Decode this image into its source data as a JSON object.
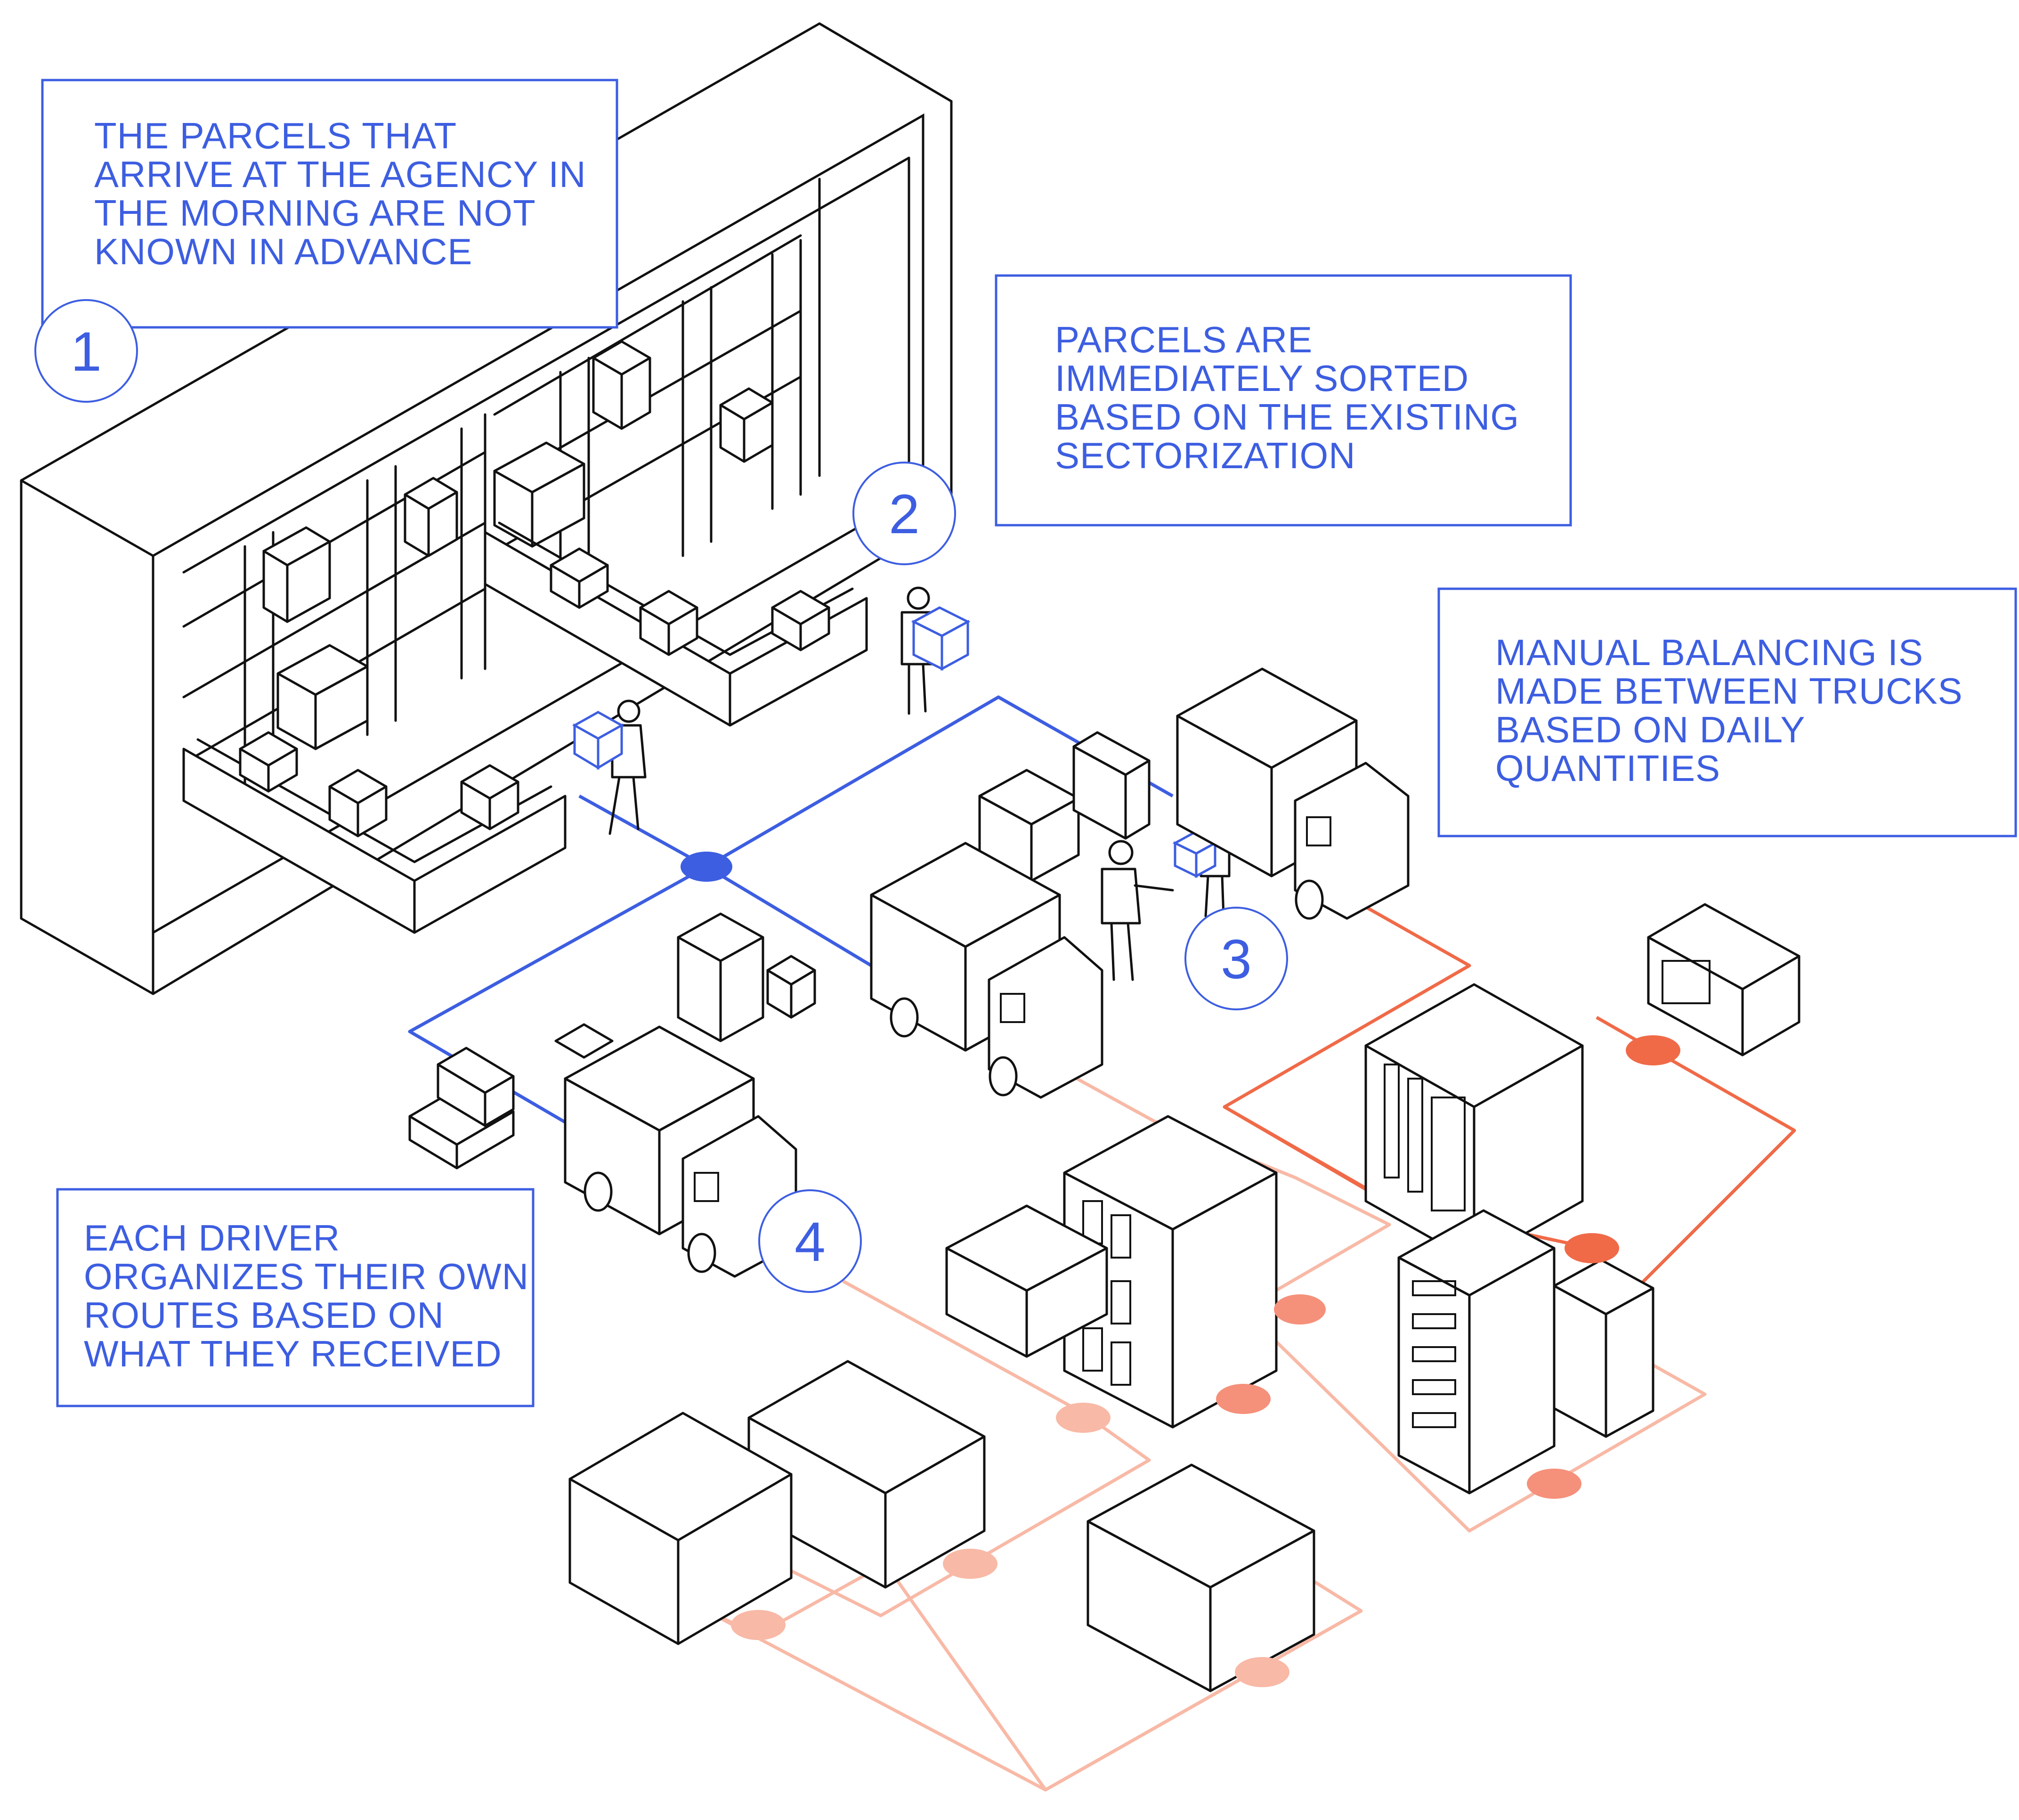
{
  "colors": {
    "accent_blue": "#3d5ee1",
    "route_dark": "#f06a48",
    "route_light": "#f8b9a6",
    "ink": "#111111",
    "background": "#ffffff"
  },
  "steps": [
    {
      "number": "1",
      "lines": [
        "THE PARCELS THAT",
        "ARRIVE AT THE AGENCY IN",
        "THE MORNING ARE NOT",
        "KNOWN IN ADVANCE"
      ]
    },
    {
      "number": "2",
      "lines": [
        "PARCELS ARE",
        "IMMEDIATELY SORTED",
        "BASED ON THE EXISTING",
        "SECTORIZATION"
      ]
    },
    {
      "number": "3",
      "lines": [
        "MANUAL BALANCING IS",
        "MADE BETWEEN TRUCKS",
        "BASED ON DAILY",
        "QUANTITIES"
      ]
    },
    {
      "number": "4",
      "lines": [
        "EACH DRIVER",
        "ORGANIZES THEIR OWN",
        "ROUTES BASED ON",
        "WHAT THEY RECEIVED"
      ]
    }
  ],
  "icons": {
    "warehouse": "warehouse-icon",
    "conveyor": "conveyor-belt-icon",
    "worker": "worker-icon",
    "truck": "delivery-truck-icon",
    "parcel": "parcel-icon",
    "building": "building-icon"
  }
}
